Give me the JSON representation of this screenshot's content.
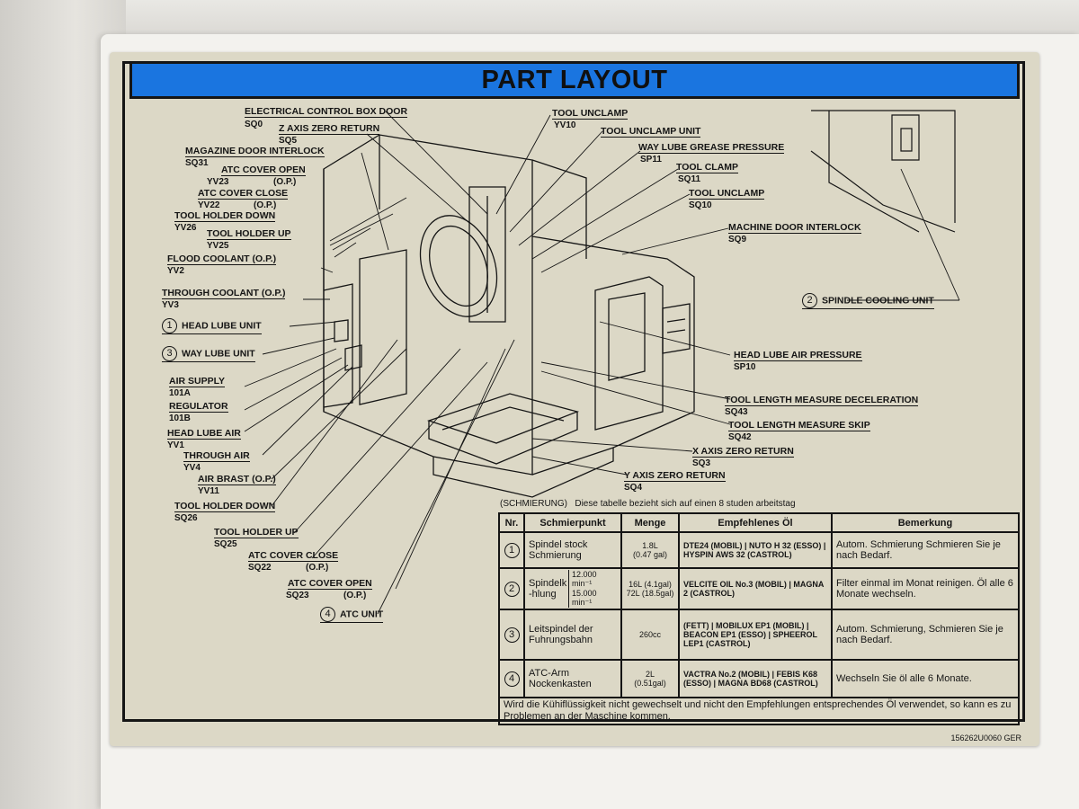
{
  "title": "PART LAYOUT",
  "left_labels": [
    {
      "name": "ELECTRICAL CONTROL BOX DOOR",
      "code": "SQ0"
    },
    {
      "name": "Z AXIS ZERO RETURN",
      "code": "SQ5"
    },
    {
      "name": "MAGAZINE DOOR INTERLOCK",
      "code": "SQ31"
    },
    {
      "name": "ATC COVER OPEN",
      "code": "YV23",
      "note": "(O.P.)"
    },
    {
      "name": "ATC COVER CLOSE",
      "code": "YV22",
      "note": "(O.P.)"
    },
    {
      "name": "TOOL HOLDER DOWN",
      "code": "YV26"
    },
    {
      "name": "TOOL HOLDER UP",
      "code": "YV25"
    },
    {
      "name": "FLOOD COOLANT (O.P.)",
      "code": "YV2"
    },
    {
      "name": "THROUGH COOLANT (O.P.)",
      "code": "YV3"
    },
    {
      "num": "1",
      "name": "HEAD LUBE UNIT"
    },
    {
      "num": "3",
      "name": "WAY LUBE UNIT"
    },
    {
      "name": "AIR SUPPLY",
      "code": "101A"
    },
    {
      "name": "REGULATOR",
      "code": "101B"
    },
    {
      "name": "HEAD LUBE AIR",
      "code": "YV1"
    },
    {
      "name": "THROUGH AIR",
      "code": "YV4"
    },
    {
      "name": "AIR BRAST (O.P.)",
      "code": "YV11"
    },
    {
      "name": "TOOL HOLDER DOWN",
      "code": "SQ26"
    },
    {
      "name": "TOOL HOLDER UP",
      "code": "SQ25"
    },
    {
      "name": "ATC COVER CLOSE",
      "code": "SQ22",
      "note": "(O.P.)"
    },
    {
      "name": "ATC COVER OPEN",
      "code": "SQ23",
      "note": "(O.P.)"
    },
    {
      "num": "4",
      "name": "ATC UNIT"
    }
  ],
  "right_labels": [
    {
      "name": "TOOL UNCLAMP",
      "code": "YV10"
    },
    {
      "name": "TOOL UNCLAMP UNIT"
    },
    {
      "name": "WAY LUBE GREASE PRESSURE",
      "code": "SP11"
    },
    {
      "name": "TOOL CLAMP",
      "code": "SQ11"
    },
    {
      "name": "TOOL UNCLAMP",
      "code": "SQ10"
    },
    {
      "name": "MACHINE DOOR INTERLOCK",
      "code": "SQ9"
    },
    {
      "num": "2",
      "name": "SPINDLE COOLING UNIT"
    },
    {
      "name": "HEAD LUBE AIR PRESSURE",
      "code": "SP10"
    },
    {
      "name": "TOOL LENGTH MEASURE DECELERATION",
      "code": "SQ43"
    },
    {
      "name": "TOOL LENGTH MEASURE SKIP",
      "code": "SQ42"
    },
    {
      "name": "X AXIS ZERO RETURN",
      "code": "SQ3"
    },
    {
      "name": "Y AXIS ZERO RETURN",
      "code": "SQ4"
    }
  ],
  "lube": {
    "heading": "(SCHMIERUNG)",
    "note": "Diese tabelle bezieht sich auf einen 8 studen arbeitstag",
    "headers": [
      "Nr.",
      "Schmierpunkt",
      "Menge",
      "Empfehlenes Öl",
      "Bemerkung"
    ],
    "rows": [
      {
        "nr": "1",
        "point": "Spindel stock Schmierung",
        "qty": "1.8L",
        "qty2": "(0.47 gal)",
        "oils": "DTE24 (MOBIL) | NUTO H 32 (ESSO) | HYSPIN AWS 32 (CASTROL)",
        "remark": "Autom. Schmierung Schmieren Sie je nach Bedarf."
      },
      {
        "nr": "2",
        "point": "Spindelk -hlung",
        "speed1": "12.000 min⁻¹",
        "speed2": "15.000 min⁻¹",
        "qty": "16L (4.1gal)",
        "qty2": "72L (18.5gal)",
        "oils": "VELCITE OIL No.3 (MOBIL) | MAGNA 2 (CASTROL)",
        "remark": "Filter einmal im Monat reinigen. Öl alle 6 Monate wechseln."
      },
      {
        "nr": "3",
        "point": "Leitspindel der Fuhrungsbahn",
        "qty": "260cc",
        "oils": "(FETT) | MOBILUX EP1 (MOBIL) | BEACON EP1 (ESSO) | SPHEEROL LEP1 (CASTROL)",
        "remark": "Autom. Schmierung, Schmieren Sie je nach Bedarf."
      },
      {
        "nr": "4",
        "point": "ATC-Arm Nockenkasten",
        "qty": "2L",
        "qty2": "(0.51gal)",
        "oils": "VACTRA No.2 (MOBIL) | FEBIS K68 (ESSO) | MAGNA BD68 (CASTROL)",
        "remark": "Wechseln Sie öl alle 6 Monate."
      }
    ],
    "footer": "Wird die Kühiflüssigkeit nicht gewechselt und nicht den Empfehlungen entsprechendes Öl verwendet, so kann es zu Problemen an der Maschine kommen."
  },
  "part_number": "156262U0060 GER"
}
